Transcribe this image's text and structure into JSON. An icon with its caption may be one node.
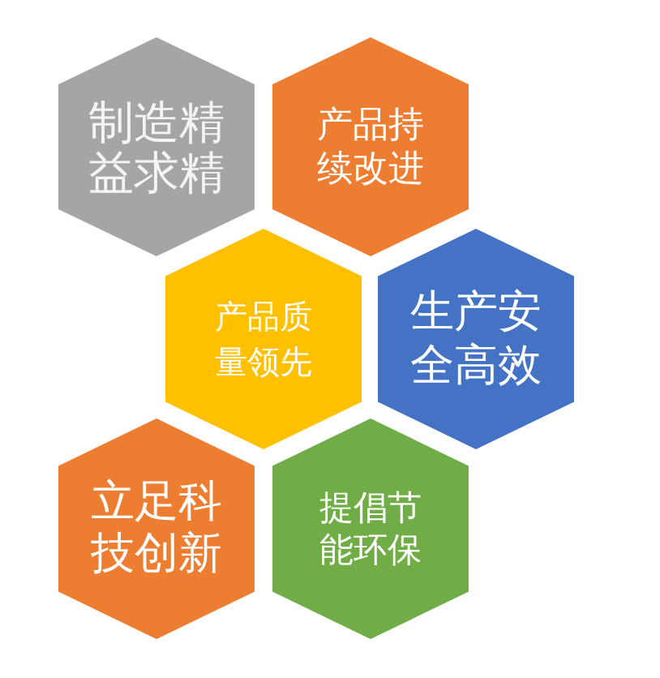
{
  "diagram": {
    "nodes": [
      {
        "text": [
          "制造精益求精"
        ]
      },
      {
        "text": [
          "产品持续改进"
        ]
      },
      {
        "text": [
          "产品质量领先"
        ]
      },
      {
        "text": [
          "生产安全高效"
        ]
      },
      {
        "text": [
          "立足科技创新"
        ]
      },
      {
        "text": [
          "提倡节能环保"
        ]
      }
    ]
  }
}
